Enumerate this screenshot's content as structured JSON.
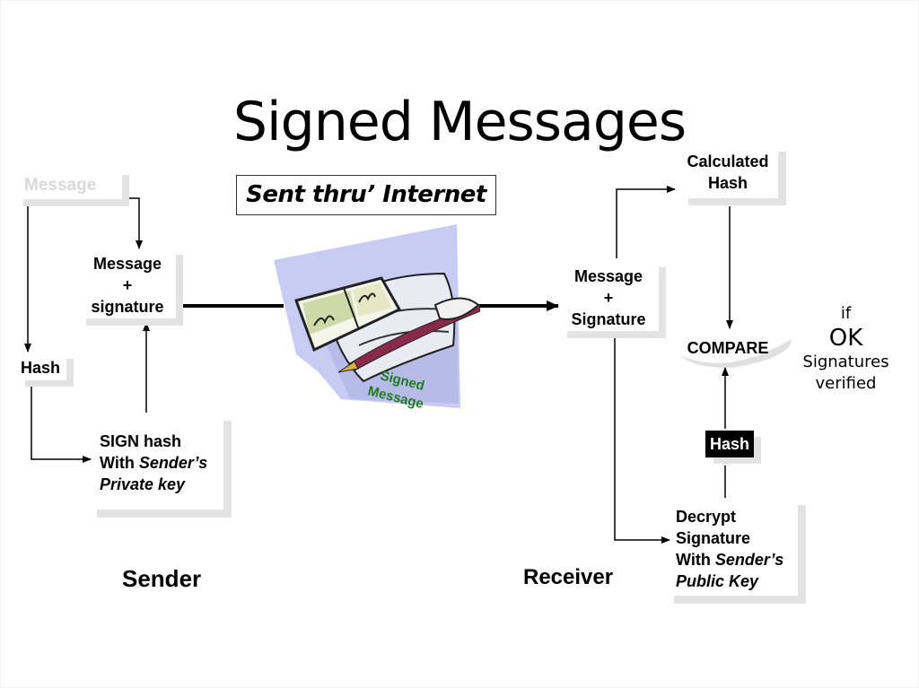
{
  "slide": {
    "title": "Signed Messages",
    "channel_label": "Sent thru’ Internet",
    "clipart": {
      "icon": "signed-letter-quill-icon",
      "caption_line1": "Signed",
      "caption_line2": "Message",
      "caption_color": "#1f7a1f",
      "backdrop_color": "#c8ccf2"
    },
    "sender": {
      "section_label": "Sender",
      "message_source": "Message",
      "message_plus_signature": {
        "line1": "Message",
        "line2": "+",
        "line3": "signature"
      },
      "hash": "Hash",
      "sign_step": {
        "line1": "SIGN hash",
        "line2_plain": "With ",
        "line2_italic": "Sender’s",
        "line3_italic": "Private key"
      }
    },
    "receiver": {
      "section_label": "Receiver",
      "message_plus_signature": {
        "line1": "Message",
        "line2": "+",
        "line3": "Signature"
      },
      "calculated_hash": {
        "line1": "Calculated",
        "line2": "Hash"
      },
      "compare": "COMPARE",
      "decrypted_hash": "Hash",
      "decrypt_step": {
        "line1": "Decrypt",
        "line2": "Signature",
        "line3_plain": "With ",
        "line3_italic": "Sender’s",
        "line4_italic": "Public Key"
      }
    },
    "result": {
      "line1": "if",
      "line2": "OK",
      "line3": "Signatures",
      "line4": "verified"
    }
  }
}
